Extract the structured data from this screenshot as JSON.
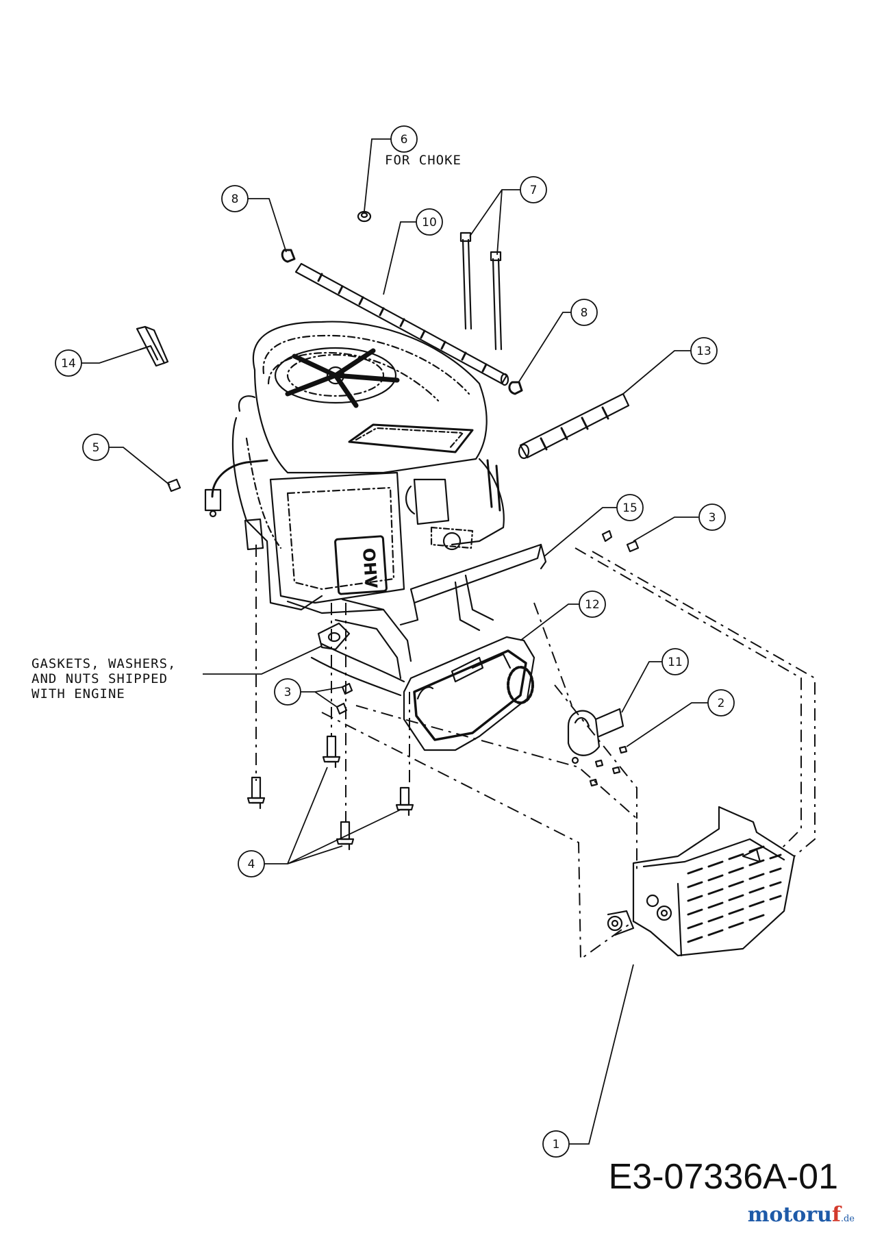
{
  "callouts": [
    {
      "label": "1"
    },
    {
      "label": "2"
    },
    {
      "label": "3"
    },
    {
      "label": "3"
    },
    {
      "label": "4"
    },
    {
      "label": "5"
    },
    {
      "label": "6"
    },
    {
      "label": "7"
    },
    {
      "label": "8"
    },
    {
      "label": "8"
    },
    {
      "label": "10"
    },
    {
      "label": "11"
    },
    {
      "label": "12"
    },
    {
      "label": "13"
    },
    {
      "label": "14"
    },
    {
      "label": "15"
    }
  ],
  "notes": {
    "for_choke": "FOR CHOKE",
    "gaskets_line1": "GASKETS, WASHERS,",
    "gaskets_line2": "AND NUTS SHIPPED",
    "gaskets_line3": "WITH ENGINE"
  },
  "drawing_code": "E3-07336A-01",
  "watermark": {
    "part1": "motoru",
    "part2": "f",
    "suffix": ".de"
  },
  "engine_badge": "OHV",
  "colors": {
    "ink": "#111111",
    "watermark_blue": "#1e5aa8",
    "watermark_red": "#d33a2c"
  }
}
